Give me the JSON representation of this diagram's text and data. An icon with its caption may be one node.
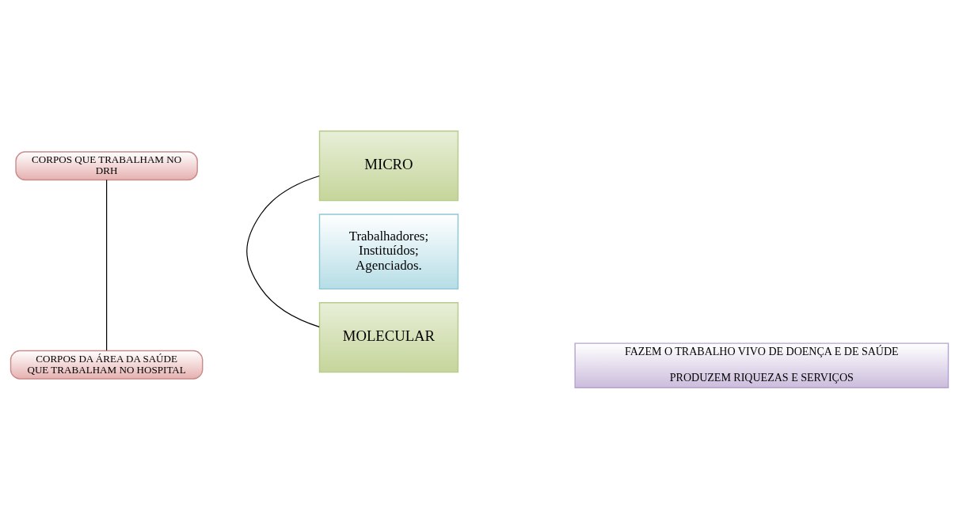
{
  "diagram": {
    "nodes": [
      {
        "text": [
          "CORPOS QUE TRABALHAM NO DRH"
        ]
      },
      {
        "text": [
          "CORPOS DA ÁREA DA SAÚDE QUE TRABALHAM NO HOSPITAL"
        ]
      },
      {
        "text": [
          "MICRO"
        ]
      },
      {
        "text": [
          "Trabalhadores; Instituídos; Agenciados."
        ]
      },
      {
        "text": [
          "MOLECULAR"
        ]
      },
      {
        "text": [
          "FAZEM O TRABALHO VIVO DE DOENÇA E DE SAÚDE",
          "PRODUZEM RIQUEZAS E SERVIÇOS"
        ]
      }
    ],
    "edges": [
      {
        "from": 0,
        "to": 1,
        "arrow": "none"
      },
      {
        "from": 2,
        "to": 4,
        "arrow": "none"
      }
    ]
  }
}
